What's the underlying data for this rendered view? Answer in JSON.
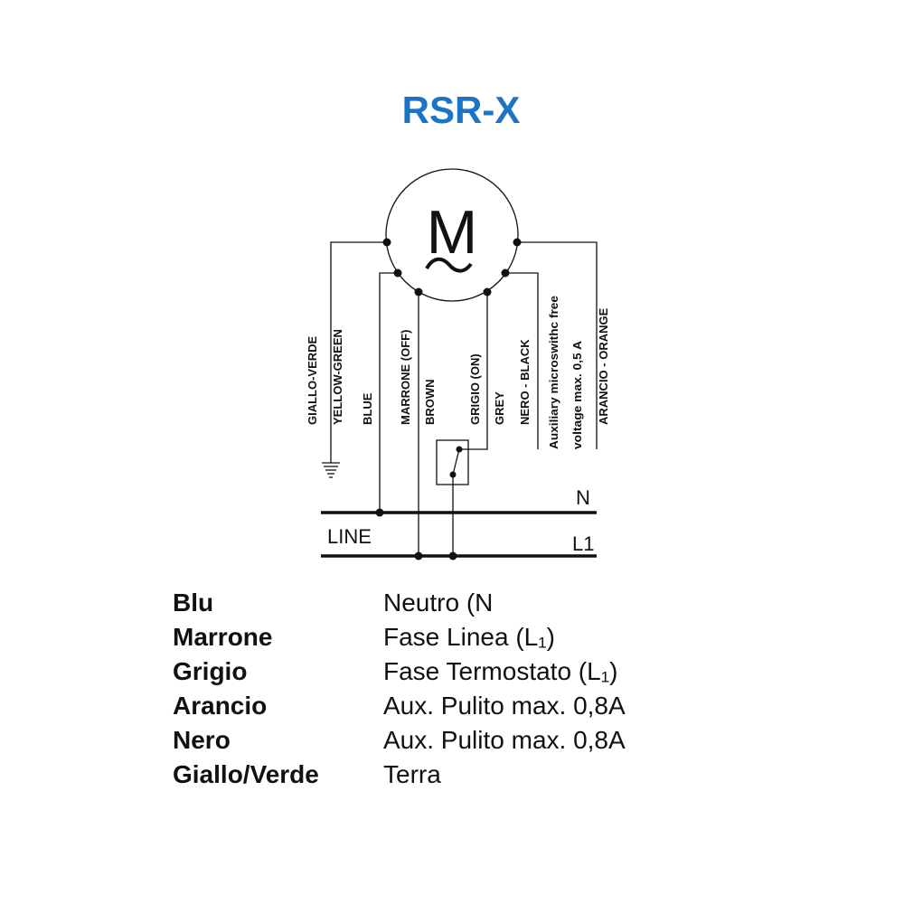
{
  "title": "RSR-X",
  "diagram": {
    "motor_letter": "M",
    "motor_symbol": "~",
    "wire_labels": {
      "giallo_verde": "GIALLO-VERDE",
      "yellow_green": "YELLOW-GREEN",
      "blue": "BLUE",
      "marrone_off": "MARRONE (OFF)",
      "brown": "BROWN",
      "grigio_on": "GRIGIO (ON)",
      "grey": "GREY",
      "nero_black": "NERO - BLACK",
      "aux_line1": "Auxiliary microswithc free",
      "aux_line2": "voltage max. 0,5 A",
      "arancio_orange": "ARANCIO - ORANGE"
    },
    "line_label": "LINE",
    "n_label": "N",
    "l1_label": "L1"
  },
  "legend": [
    {
      "color": "Blu",
      "desc": "Neutro (N"
    },
    {
      "color": "Marrone",
      "desc": "Fase Linea (L₁)"
    },
    {
      "color": "Grigio",
      "desc": "Fase Termostato (L₁)"
    },
    {
      "color": "Arancio",
      "desc": "Aux. Pulito max. 0,8A"
    },
    {
      "color": "Nero",
      "desc": "Aux. Pulito max. 0,8A"
    },
    {
      "color": "Giallo/Verde",
      "desc": "Terra"
    }
  ]
}
